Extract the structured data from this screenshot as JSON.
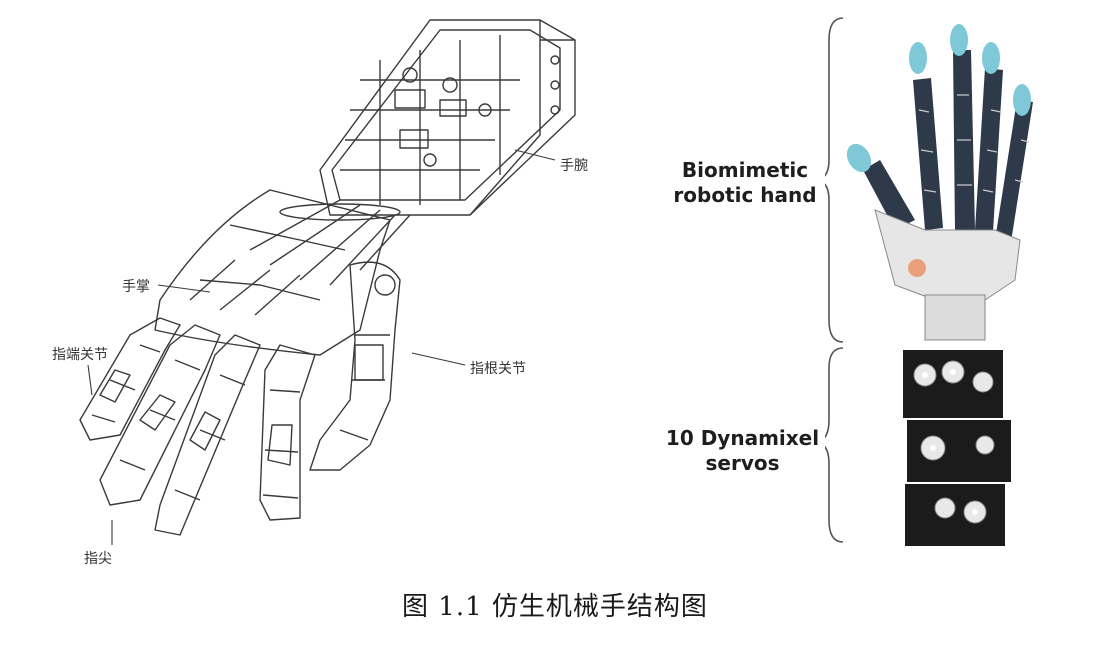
{
  "drawing": {
    "labels": {
      "wrist": "手腕",
      "palm": "手掌",
      "distal_joint": "指端关节",
      "proximal_joint": "指根关节",
      "fingertip": "指尖"
    }
  },
  "photo": {
    "upper_label_line1": "Biomimetic",
    "upper_label_line2": "robotic hand",
    "lower_label_line1": "10 Dynamixel",
    "lower_label_line2": "servos"
  },
  "caption": "图  1.1  仿生机械手结构图",
  "colors": {
    "line_art": "#3a3a3a",
    "fingertip_caps": "#7fc8d8",
    "servo_body": "#1b1b1b",
    "hand_body": "#2e3a4a"
  }
}
